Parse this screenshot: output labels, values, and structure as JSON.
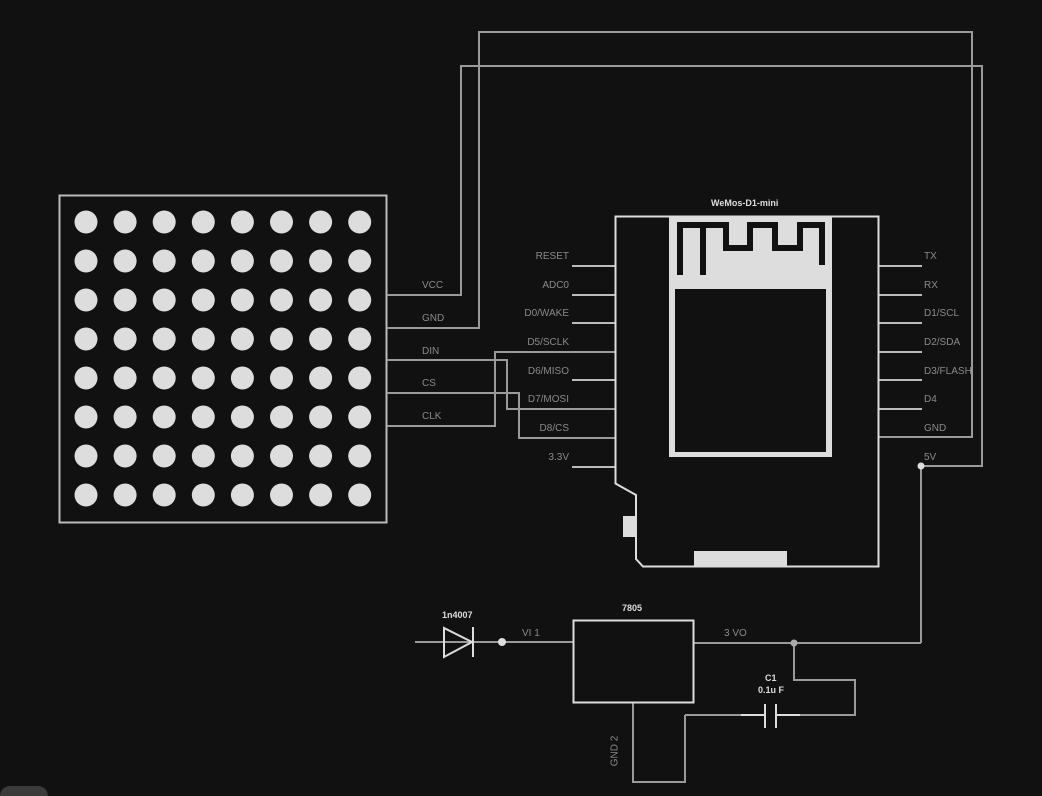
{
  "matrix": {
    "rows": 8,
    "cols": 8,
    "pins": [
      "VCC",
      "GND",
      "DIN",
      "CS",
      "CLK"
    ]
  },
  "board": {
    "title": "WeMos-D1-mini",
    "left_pins": [
      "RESET",
      "ADC0",
      "D0/WAKE",
      "D5/SCLK",
      "D6/MISO",
      "D7/MOSI",
      "D8/CS",
      "3.3V"
    ],
    "right_pins": [
      "TX",
      "RX",
      "D1/SCL",
      "D2/SDA",
      "D3/FLASH",
      "D4",
      "GND",
      "5V"
    ]
  },
  "diode": {
    "label": "1n4007"
  },
  "regulator": {
    "label": "7805",
    "pin_vi": "VI  1",
    "pin_vo": "3  VO",
    "pin_gnd": "GND  2"
  },
  "capacitor": {
    "label": "C1",
    "value": "0.1u F"
  },
  "colors": {
    "background": "#111111",
    "wire": "#9a9a9a",
    "component": "#dddddd",
    "label": "#8a8a8a"
  }
}
